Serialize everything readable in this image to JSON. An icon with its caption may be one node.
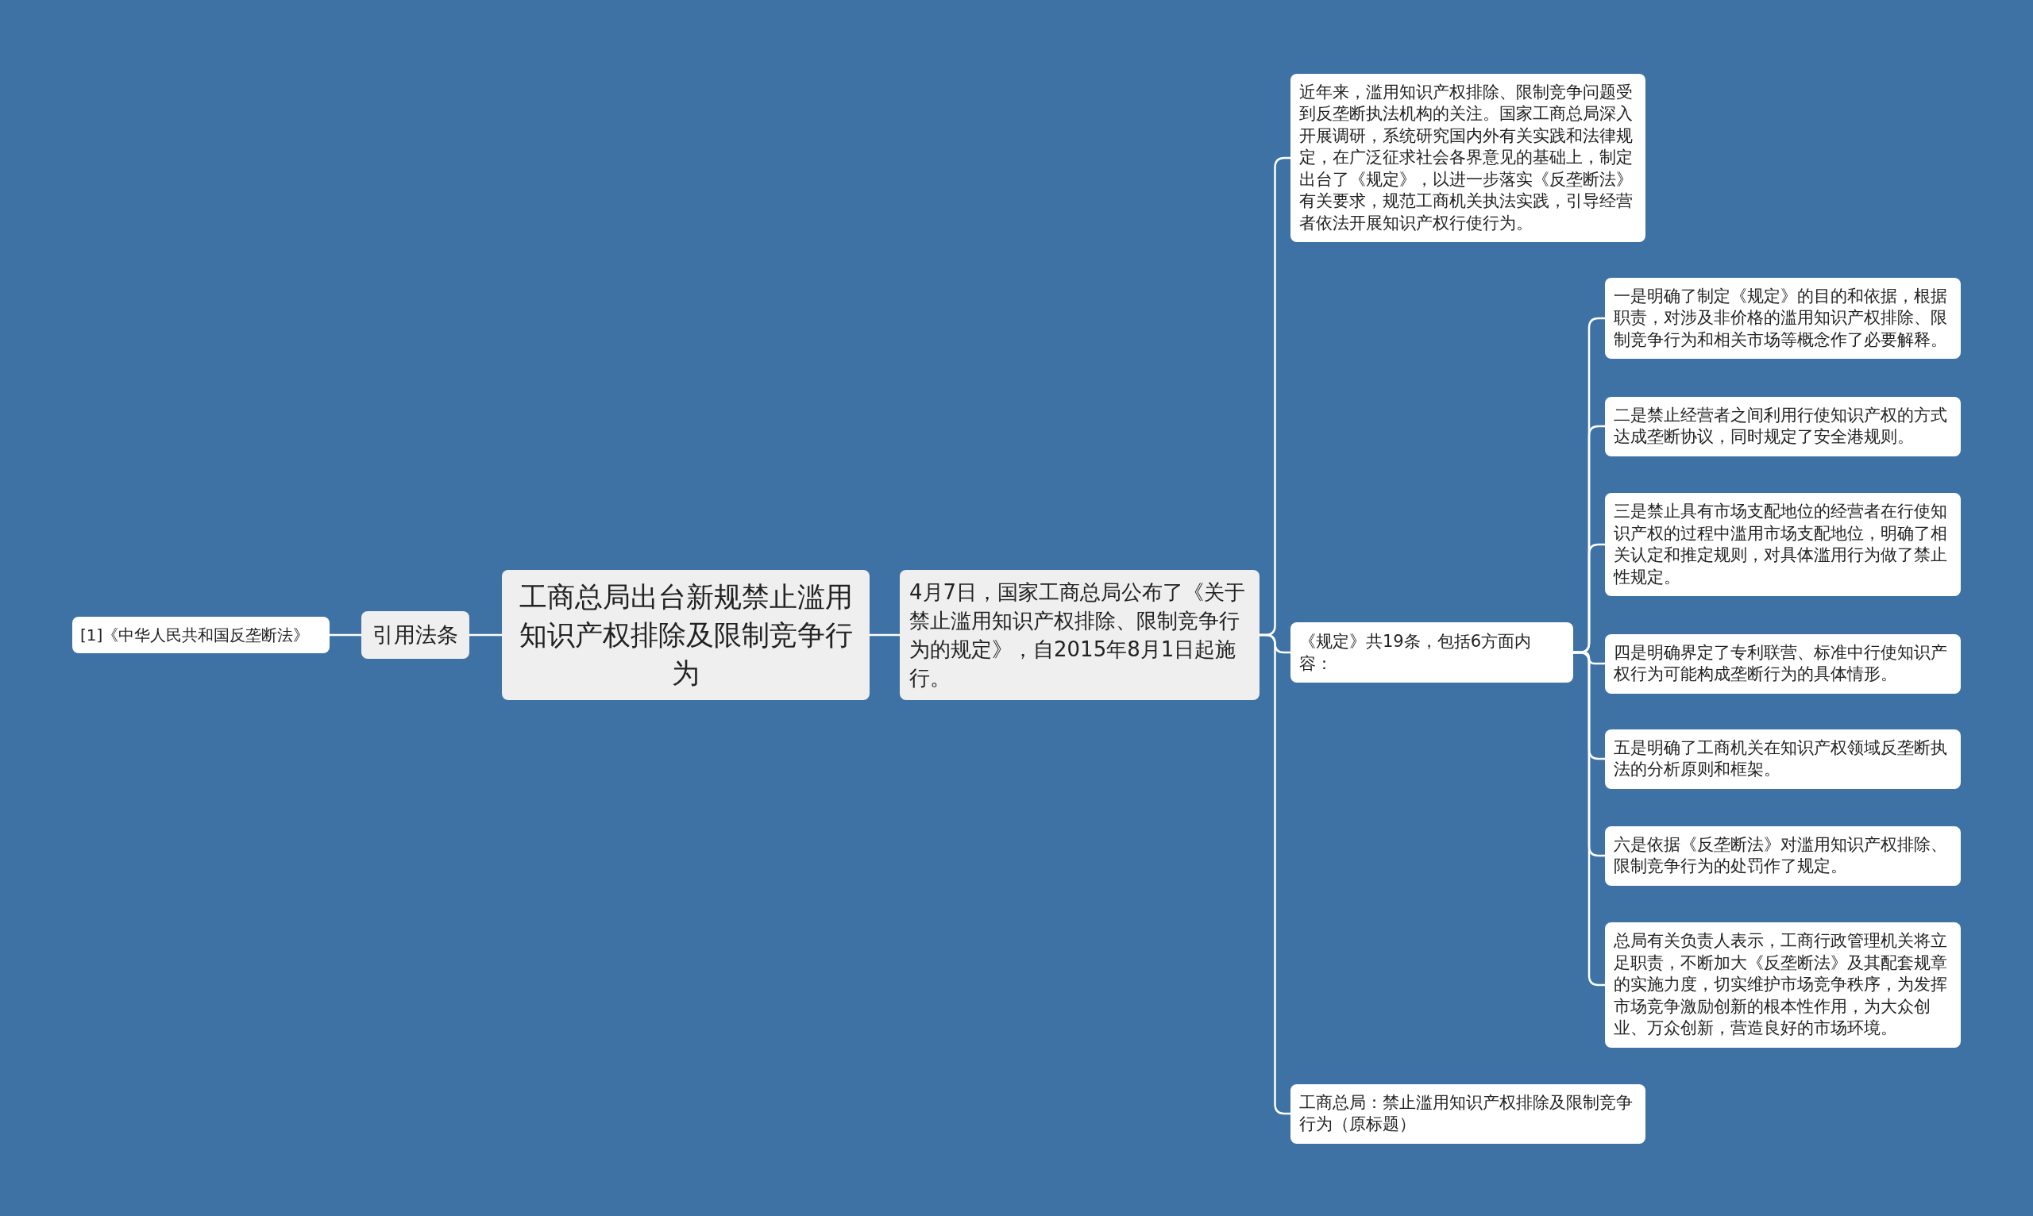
{
  "diagram": {
    "nodes": [
      {
        "text": [
          "工商总局出台新规禁止滥用知识产权排除及限制竞争行为"
        ]
      },
      {
        "text": [
          "引用法条"
        ]
      },
      {
        "text": [
          "[1]《中华人民共和国反垄断法》"
        ]
      },
      {
        "text": [
          "4月7日，国家工商总局公布了《关于禁止滥用知识产权排除、限制竞争行为的规定》，自2015年8月1日起施行。"
        ]
      },
      {
        "text": [
          "近年来，滥用知识产权排除、限制竞争问题受到反垄断执法机构的关注。国家工商总局深入开展调研，系统研究国内外有关实践和法律规定，在广泛征求社会各界意见的基础上，制定出台了《规定》，以进一步落实《反垄断法》有关要求，规范工商机关执法实践，引导经营者依法开展知识产权行使行为。"
        ]
      },
      {
        "text": [
          "《规定》共19条，包括6方面内容："
        ]
      },
      {
        "text": [
          "一是明确了制定《规定》的目的和依据，根据职责，对涉及非价格的滥用知识产权排除、限制竞争行为和相关市场等概念作了必要解释。"
        ]
      },
      {
        "text": [
          "二是禁止经营者之间利用行使知识产权的方式达成垄断协议，同时规定了安全港规则。"
        ]
      },
      {
        "text": [
          "三是禁止具有市场支配地位的经营者在行使知识产权的过程中滥用市场支配地位，明确了相关认定和推定规则，对具体滥用行为做了禁止性规定。"
        ]
      },
      {
        "text": [
          "四是明确界定了专利联营、标准中行使知识产权行为可能构成垄断行为的具体情形。"
        ]
      },
      {
        "text": [
          "五是明确了工商机关在知识产权领域反垄断执法的分析原则和框架。"
        ]
      },
      {
        "text": [
          "六是依据《反垄断法》对滥用知识产权排除、限制竞争行为的处罚作了规定。"
        ]
      },
      {
        "text": [
          "总局有关负责人表示，工商行政管理机关将立足职责，不断加大《反垄断法》及其配套规章的实施力度，切实维护市场竞争秩序，为发挥市场竞争激励创新的根本性作用，为大众创业、万众创新，营造良好的市场环境。"
        ]
      },
      {
        "text": [
          "工商总局：禁止滥用知识产权排除及限制竞争行为（原标题）"
        ]
      }
    ],
    "edges": [
      {
        "from": 0,
        "to": 1,
        "arrow": "none"
      },
      {
        "from": 1,
        "to": 2,
        "arrow": "none"
      },
      {
        "from": 0,
        "to": 3,
        "arrow": "none"
      },
      {
        "from": 3,
        "to": 4,
        "arrow": "none"
      },
      {
        "from": 3,
        "to": 5,
        "arrow": "none"
      },
      {
        "from": 5,
        "to": 6,
        "arrow": "none"
      },
      {
        "from": 5,
        "to": 7,
        "arrow": "none"
      },
      {
        "from": 5,
        "to": 8,
        "arrow": "none"
      },
      {
        "from": 5,
        "to": 9,
        "arrow": "none"
      },
      {
        "from": 5,
        "to": 10,
        "arrow": "none"
      },
      {
        "from": 5,
        "to": 11,
        "arrow": "none"
      },
      {
        "from": 5,
        "to": 12,
        "arrow": "none"
      },
      {
        "from": 3,
        "to": 13,
        "arrow": "none"
      }
    ]
  }
}
